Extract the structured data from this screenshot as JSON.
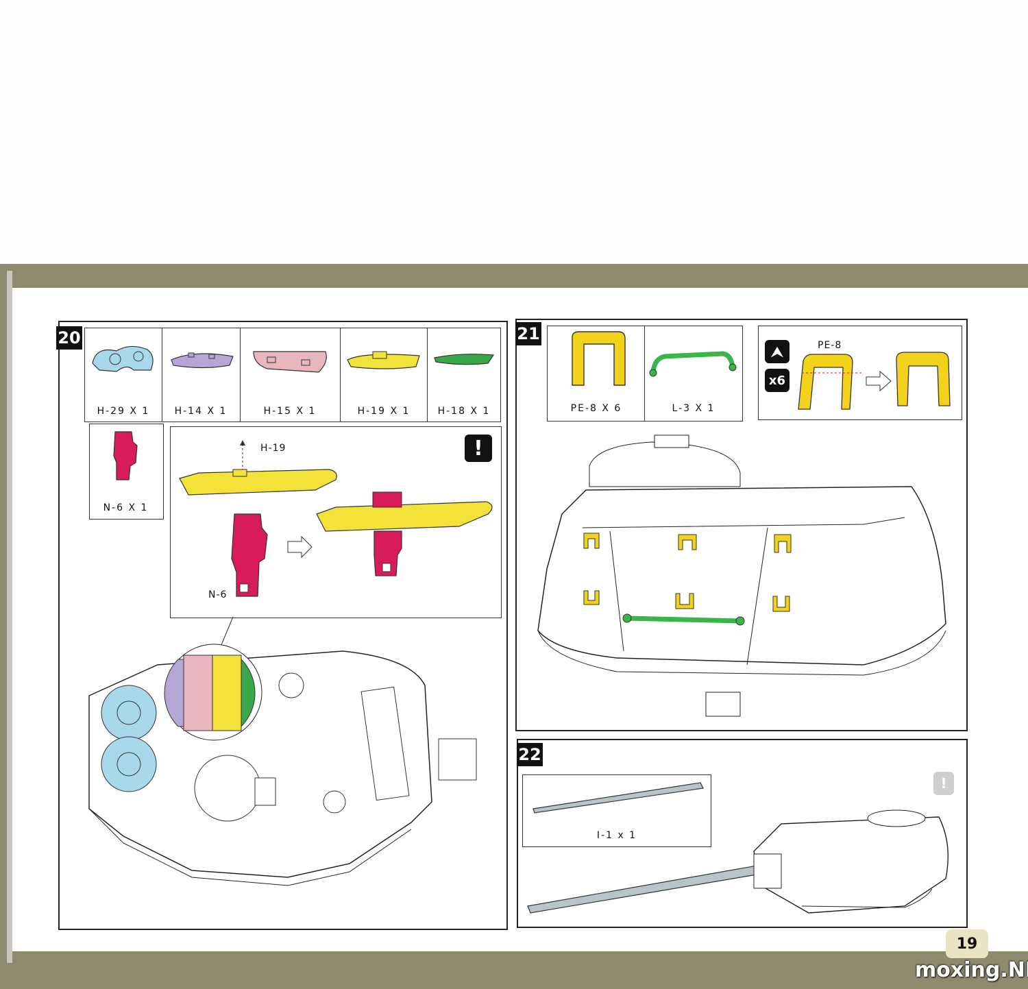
{
  "steps": {
    "step20": {
      "number": "20",
      "parts": [
        {
          "label": "H-29 X 1",
          "color": "#a8d8ea"
        },
        {
          "label": "H-14 X 1",
          "color": "#b6a6d6"
        },
        {
          "label": "H-15 X 1",
          "color": "#e8b6bc"
        },
        {
          "label": "H-19 X 1",
          "color": "#f2e23a"
        },
        {
          "label": "H-18 X 1",
          "color": "#3aa84a"
        }
      ],
      "extra_part": {
        "label": "N-6 X 1",
        "color": "#d81b5a"
      },
      "callout": {
        "label_top": "H-19",
        "label_bottom": "N-6",
        "icon": "exclamation-icon",
        "icon_text": "!"
      }
    },
    "step21": {
      "number": "21",
      "parts": [
        {
          "label": "PE-8 X 6",
          "color": "#f2d21a"
        },
        {
          "label": "L-3 X 1",
          "color": "#3ab54a"
        }
      ],
      "bend": {
        "label": "PE-8",
        "multiplier": "x6",
        "icon": "bend-up-icon",
        "icon_text": "⮝"
      }
    },
    "step22": {
      "number": "22",
      "parts": [
        {
          "label": "I-1 x 1",
          "color": "#b8c4c8"
        }
      ]
    }
  },
  "page_number": "19",
  "watermark": "moxing.NET"
}
